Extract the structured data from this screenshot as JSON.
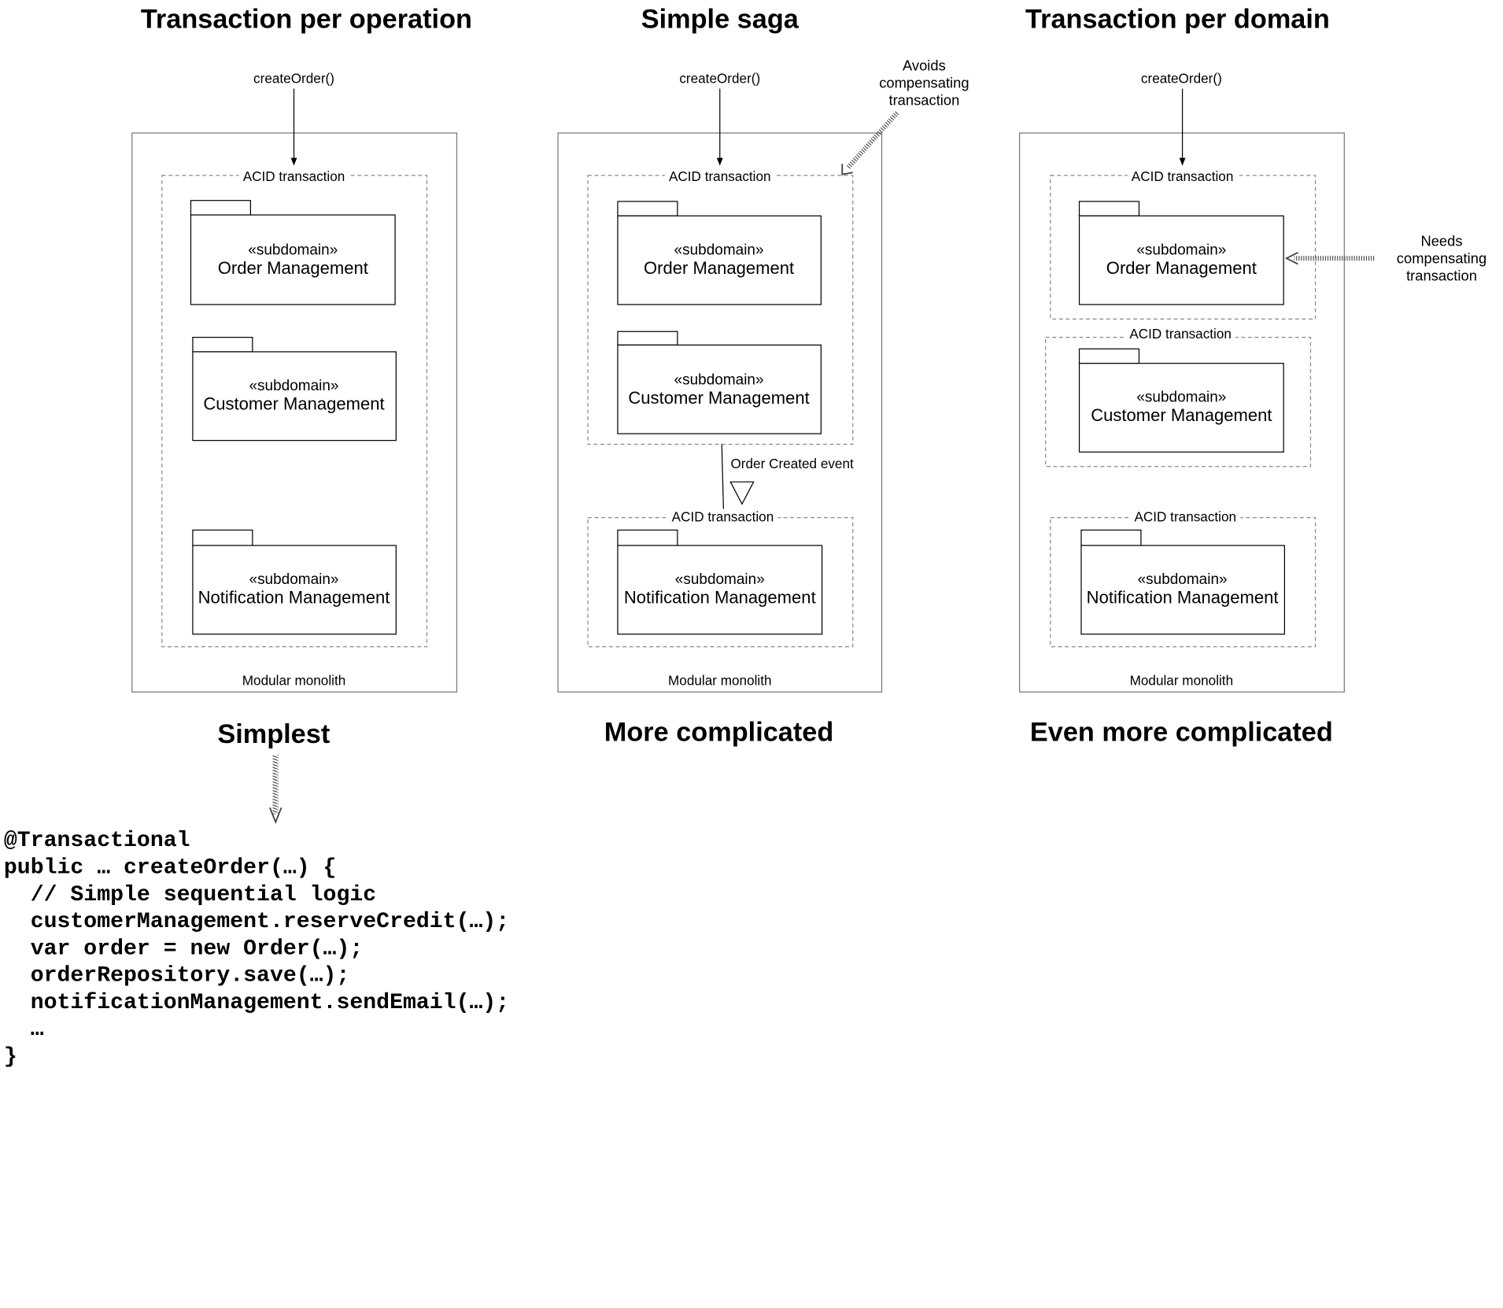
{
  "columns": [
    {
      "title": "Transaction per operation",
      "call": "createOrder()",
      "boundary": "Modular monolith",
      "transactions": [
        "ACID transaction"
      ],
      "subdomains": [
        "Order Management",
        "Customer Management",
        "Notification Management"
      ],
      "summary": "Simplest"
    },
    {
      "title": "Simple saga",
      "call": "createOrder()",
      "boundary": "Modular monolith",
      "transactions": [
        "ACID transaction",
        "ACID transaction"
      ],
      "subdomains": [
        "Order Management",
        "Customer Management",
        "Notification Management"
      ],
      "event": "Order Created event",
      "note": [
        "Avoids",
        "compensating",
        "transaction"
      ],
      "summary": "More complicated"
    },
    {
      "title": "Transaction per domain",
      "call": "createOrder()",
      "boundary": "Modular monolith",
      "transactions": [
        "ACID transaction",
        "ACID transaction",
        "ACID transaction"
      ],
      "subdomains": [
        "Order Management",
        "Customer Management",
        "Notification Management"
      ],
      "note": [
        "Needs",
        "compensating",
        "transaction"
      ],
      "summary": "Even more complicated"
    }
  ],
  "stereotype": "«subdomain»",
  "code": [
    "@Transactional",
    "public … createOrder(…) {",
    "  // Simple sequential logic",
    "  customerManagement.reserveCredit(…);",
    "  var order = new Order(…);",
    "  orderRepository.save(…);",
    "  notificationManagement.sendEmail(…);",
    "  …",
    "}"
  ]
}
